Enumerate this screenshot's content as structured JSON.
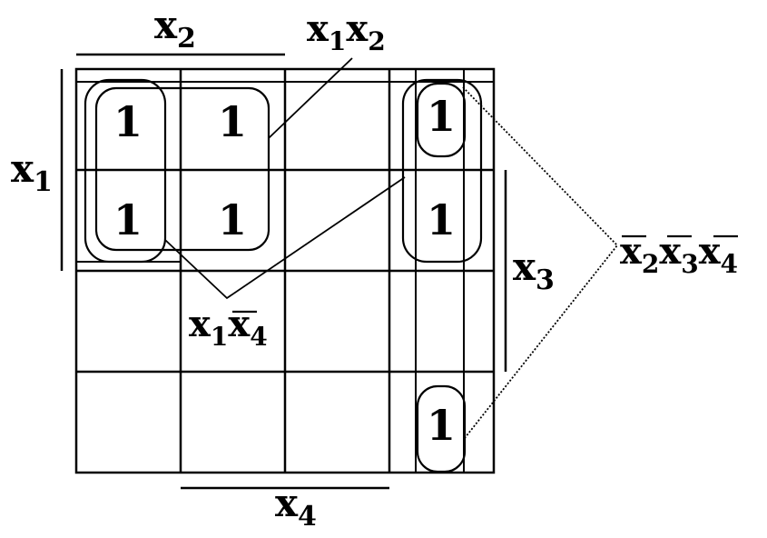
{
  "map": {
    "cells": [
      [
        "1",
        "1",
        "",
        "1"
      ],
      [
        "1",
        "1",
        "",
        "1"
      ],
      [
        "",
        "",
        "",
        ""
      ],
      [
        "",
        "",
        "",
        "1"
      ]
    ]
  },
  "labels": {
    "x2_base": "x",
    "x2_sub": "2",
    "x1_base": "x",
    "x1_sub": "1",
    "x3_base": "x",
    "x3_sub": "3",
    "x4_base": "x",
    "x4_sub": "4"
  },
  "terms": {
    "x1x2": {
      "a": "x",
      "a_sub": "1",
      "b": "x",
      "b_sub": "2"
    },
    "x1nx4": {
      "a": "x",
      "a_sub": "1",
      "b": "x",
      "b_sub": "4"
    },
    "nx2nx3nx4": {
      "a": "x",
      "a_sub": "2",
      "b": "x",
      "b_sub": "3",
      "c": "x",
      "c_sub": "4"
    }
  }
}
